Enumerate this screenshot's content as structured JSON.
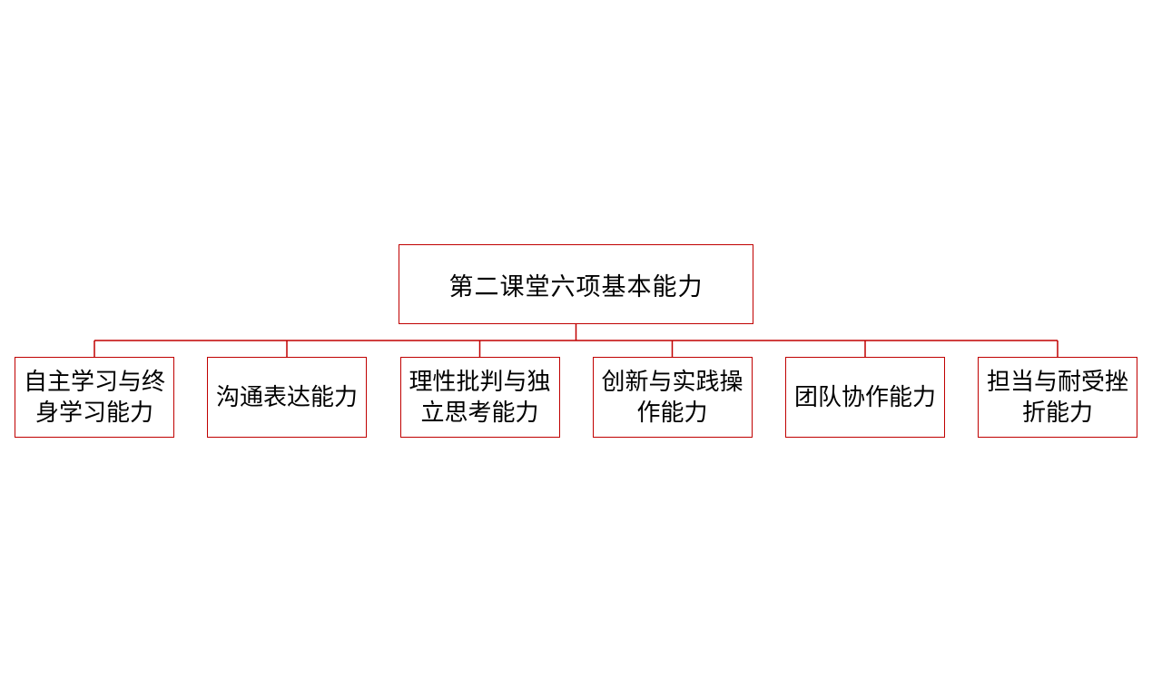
{
  "diagram": {
    "accent_color": "#c00000",
    "root": {
      "label": "第二课堂六项基本能力"
    },
    "children": [
      {
        "label": "自主学习与终身学习能力"
      },
      {
        "label": "沟通表达能力"
      },
      {
        "label": "理性批判与独立思考能力"
      },
      {
        "label": "创新与实践操作能力"
      },
      {
        "label": "团队协作能力"
      },
      {
        "label": "担当与耐受挫折能力"
      }
    ]
  }
}
